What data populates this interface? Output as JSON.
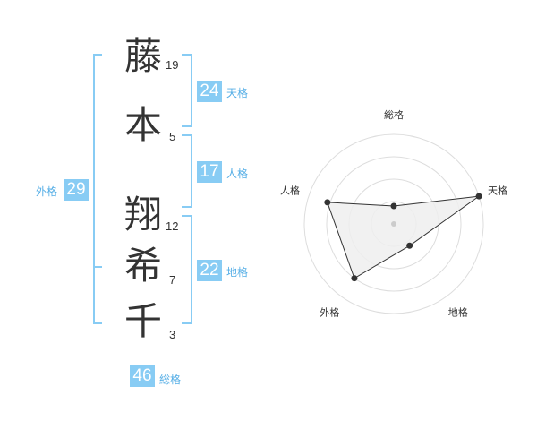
{
  "name": {
    "chars": [
      {
        "char": "藤",
        "strokes": "19"
      },
      {
        "char": "本",
        "strokes": "5"
      },
      {
        "char": "翔",
        "strokes": "12"
      },
      {
        "char": "希",
        "strokes": "7"
      },
      {
        "char": "千",
        "strokes": "3"
      }
    ]
  },
  "kakusu": {
    "tenkaku": {
      "value": "24",
      "label": "天格"
    },
    "jinkaku": {
      "value": "17",
      "label": "人格"
    },
    "chikaku": {
      "value": "22",
      "label": "地格"
    },
    "gaikaku": {
      "value": "29",
      "label": "外格"
    },
    "soukaku": {
      "value": "46",
      "label": "総格"
    }
  },
  "chart_data": {
    "type": "radar",
    "axes": [
      "総格",
      "天格",
      "地格",
      "外格",
      "人格"
    ],
    "values": [
      0.2,
      1.0,
      0.3,
      0.75,
      0.78
    ],
    "max": 1,
    "rings": 4,
    "colors": {
      "fill": "#eeeeee",
      "stroke": "#333333",
      "grid": "#dddddd",
      "accent": "#88ccf4"
    }
  }
}
